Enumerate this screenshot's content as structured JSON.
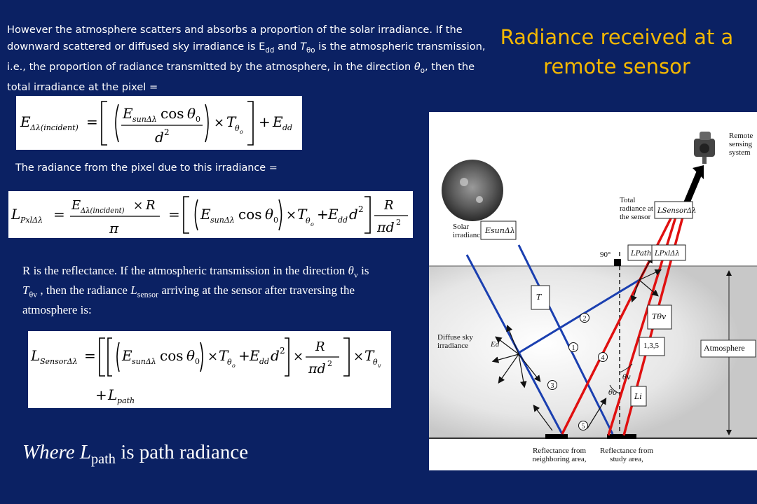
{
  "slide": {
    "title": "Radiance received at a remote sensor",
    "intro_text": "However the atmosphere scatters and absorbs a proportion of the solar irradiance. If the downward scattered or diffused sky irradiance is E",
    "intro_sub1": "dd",
    "intro_mid1": " and ",
    "intro_T": "T",
    "intro_sub2": "θo",
    "intro_mid2": " is the atmospheric transmission, i.e., the proportion of radiance transmitted by the atmosphere, in the direction ",
    "intro_theta": "θ",
    "intro_theta_sub": "o",
    "intro_end": ", then the total irradiance at the pixel =",
    "pixel_radiance_line": "The radiance from the pixel due to this irradiance =",
    "reflectance_text_a": "R is the reflectance. If the atmospheric transmission in the direction ",
    "reflectance_theta": "θ",
    "reflectance_theta_sub": "v",
    "reflectance_text_b": " is ",
    "reflectance_T": "T",
    "reflectance_T_sub": "θv",
    "reflectance_text_c": " ,  then the radiance ",
    "reflectance_L": "L",
    "reflectance_L_sub": "sensor",
    "reflectance_text_d": " arriving at the sensor after traversing the atmosphere is:",
    "where_prefix": "Where ",
    "where_L": "L",
    "where_sub": "path",
    "where_suffix": " is path radiance"
  },
  "equations": {
    "eq1": "E_Δλ(incident) = [ ( E_sunΔλ cos θ0 / d² ) × T_θo ] + E_dd",
    "eq2": "L_PxlΔλ = E_Δλ(incident) × R / π = [ ( E_sunΔλ cos θ0 ) × T_θo + E_dd d² ] R / πd²",
    "eq3": "L_SensorΔλ = [ [ ( E_sunΔλ cos θ0 ) × T_θo + E_dd d² ] × R / πd² ] × T_θv + L_path"
  },
  "diagram": {
    "remote_sensing_system": "Remote sensing system",
    "total_radiance": "Total radiance at the sensor",
    "solar_irradiance": "Solar irradiance",
    "angle_90": "90°",
    "diffuse_sky": "Diffuse sky irradiance",
    "ed_label": "Ed",
    "atmosphere": "Atmosphere",
    "reflect_neighbor": "Reflectance from neighboring area,",
    "reflect_study": "Reflectance from study area,",
    "circle_labels": [
      "1",
      "2",
      "3",
      "4",
      "5"
    ],
    "path_label": "1,3,5",
    "colors": {
      "red_ray": "#e01010",
      "blue_ray": "#1a3fb0",
      "background": "#0b2163",
      "title": "#f5b800"
    }
  }
}
